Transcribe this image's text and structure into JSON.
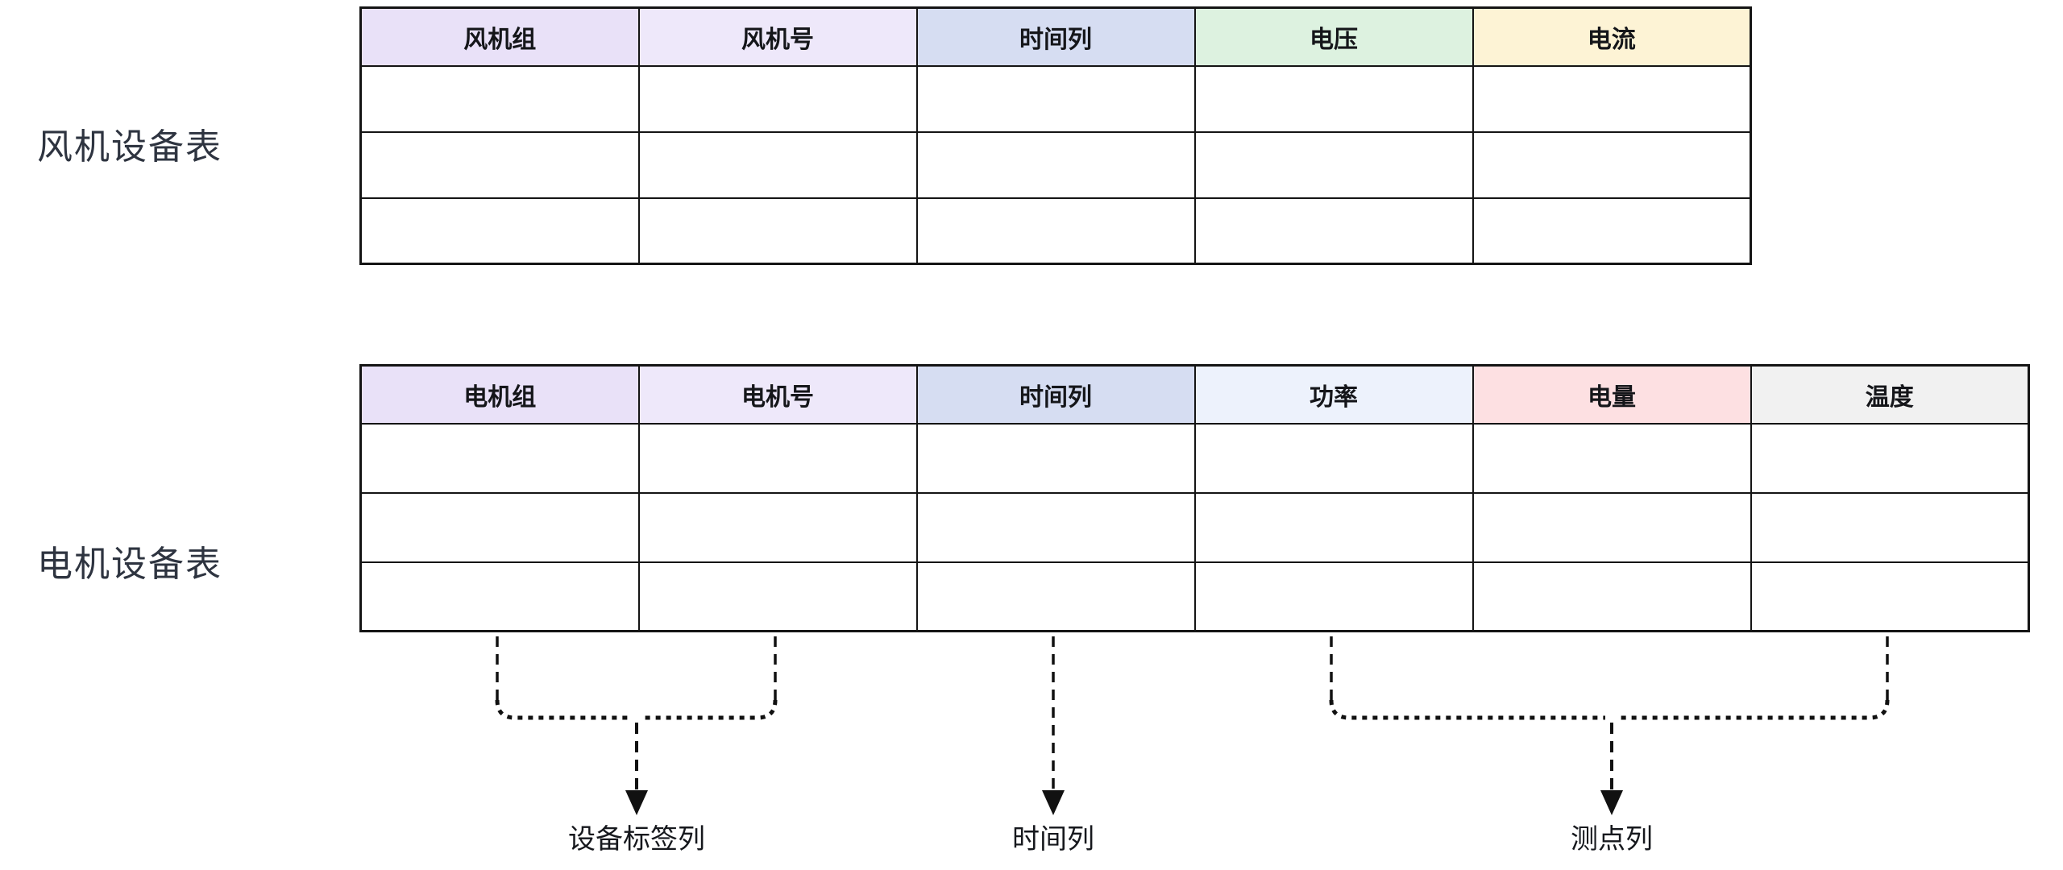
{
  "tables": [
    {
      "label": "风机设备表",
      "headers": [
        {
          "label": "风机组",
          "bg": "#e9e1f8"
        },
        {
          "label": "风机号",
          "bg": "#eee8fa"
        },
        {
          "label": "时间列",
          "bg": "#d6ddf2"
        },
        {
          "label": "电压",
          "bg": "#ddf2e0"
        },
        {
          "label": "电流",
          "bg": "#fdf3d5"
        }
      ]
    },
    {
      "label": "电机设备表",
      "headers": [
        {
          "label": "电机组",
          "bg": "#e9e1f8"
        },
        {
          "label": "电机号",
          "bg": "#eee8fa"
        },
        {
          "label": "时间列",
          "bg": "#d6ddf2"
        },
        {
          "label": "功率",
          "bg": "#edf2fc"
        },
        {
          "label": "电量",
          "bg": "#fde0e2"
        },
        {
          "label": "温度",
          "bg": "#f1f1f1"
        }
      ]
    }
  ],
  "annotations": [
    {
      "label": "设备标签列"
    },
    {
      "label": "时间列"
    },
    {
      "label": "测点列"
    }
  ],
  "colors": {
    "border": "#141414",
    "header_text": "#15161a",
    "label_text": "#2e3440",
    "background": "#ffffff"
  }
}
